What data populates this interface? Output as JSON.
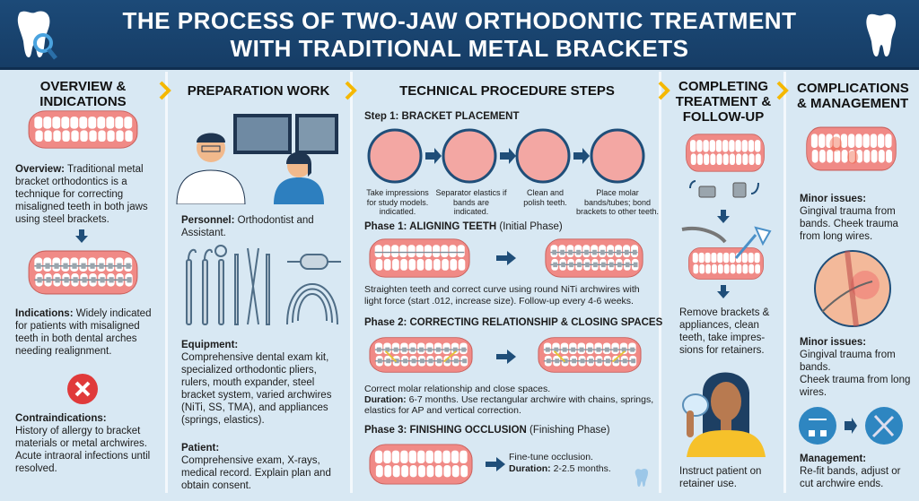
{
  "title_line1": "THE PROCESS OF TWO-JAW ORTHODONTIC TREATMENT",
  "title_line2": "WITH  TRADITIONAL METAL BRACKETS",
  "colors": {
    "header": "#1c4a78",
    "background": "#d8e8f3",
    "accent_chevron": "#f5b800",
    "gum": "#f08a86",
    "navy": "#1f4e79",
    "error": "#e03a3a"
  },
  "col1": {
    "heading": "OVERVIEW & INDICATIONS",
    "overview_label": "Overview:",
    "overview_text": " Traditional metal bracket orthodontics is a technique for correcting misaligned teeth in both jaws using steel brackets.",
    "indications_label": "Indications:",
    "indications_text": " Widely indicated for patients with misaligned teeth in both dental arches needing realignment.",
    "contra_label": "Contraindications:",
    "contra_line1": "History of allergy to bracket materials or metal archwires.",
    "contra_line2": "Acute intraoral infections until resolved."
  },
  "col2": {
    "heading": "PREPARATION WORK",
    "personnel_label": "Personnel:",
    "personnel_text": " Orthodontist and Assistant.",
    "equipment_label": "Equipment:",
    "equipment_text": "Comprehensive dental exam kit, specialized orthodontic pliers, rulers, mouth expander, steel bracket system, varied archwires (NiTi, SS, TMA), and appliances (springs, elastics).",
    "patient_label": "Patient:",
    "patient_text": "Comprehensive exam, X-rays, medical record. Explain plan and obtain consent."
  },
  "col3": {
    "heading": "TECHNICAL PROCEDURE STEPS",
    "step1": "Step 1: BRACKET PLACEMENT",
    "step1_captions": [
      "Take impressions for study models. indicatled.",
      "Separator elastics if bands are indicated.",
      "Clean and polish teeth.",
      "Place molar bands/tubes; bond brackets to other teeth."
    ],
    "phase1_title": "Phase 1: ALIGNING TEETH",
    "phase1_sub": " (Initial Phase)",
    "phase1_text": "Straighten teeth and correct curve using round NiTi archwires with light force (start .012, increase size). Follow-up every 4-6 weeks.",
    "phase2_title": "Phase 2: CORRECTING RELATIONSHIP & CLOSING SPACES",
    "phase2_line1": "Correct molar relationship and close spaces.",
    "phase2_dur_label": "Duration:",
    "phase2_dur_text": " 6-7 months. Use rectangular archwire with chains, springs, elastics for AP and vertical correction.",
    "phase3_title": "Phase 3: FINISHING OCCLUSION",
    "phase3_sub": " (Finishing Phase)",
    "phase3_line1": "Fine-tune occlusion.",
    "phase3_dur_label": "Duration:",
    "phase3_dur_text": " 2-2.5 months."
  },
  "col4": {
    "heading": "COMPLETING TREATMENT & FOLLOW-UP",
    "text1": "Remove brackets & appliances, clean teeth, take impres-sions for retainers.",
    "text2": "Instruct patient on retainer use."
  },
  "col5": {
    "heading": "COMPLICATIONS & MANAGEMENT",
    "minor1_label": "Minor issues:",
    "minor1_text": "Gingival trauma from bands. Cheek trauma from long wires.",
    "minor2_label": "Minor issues:",
    "minor2_line1": "Gingival trauma from bands.",
    "minor2_line2": "Cheek trauma from long wires.",
    "mgmt_label": "Management:",
    "mgmt_text": "Re-fit bands, adjust or cut archwire ends."
  }
}
